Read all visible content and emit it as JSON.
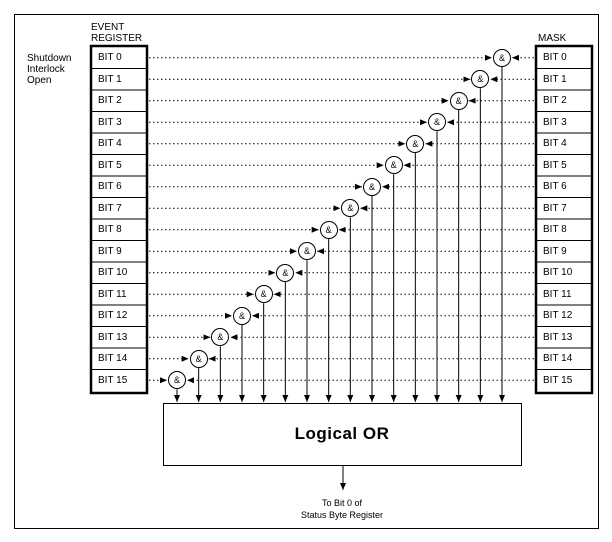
{
  "event_register": {
    "title_line1": "EVENT",
    "title_line2": "REGISTER",
    "bits": [
      "BIT 0",
      "BIT 1",
      "BIT 2",
      "BIT 3",
      "BIT 4",
      "BIT 5",
      "BIT 6",
      "BIT 7",
      "BIT 8",
      "BIT 9",
      "BIT 10",
      "BIT 11",
      "BIT 12",
      "BIT 13",
      "BIT 14",
      "BIT 15"
    ]
  },
  "mask": {
    "title": "MASK",
    "bits": [
      "BIT 0",
      "BIT 1",
      "BIT 2",
      "BIT 3",
      "BIT 4",
      "BIT 5",
      "BIT 6",
      "BIT 7",
      "BIT 8",
      "BIT 9",
      "BIT 10",
      "BIT 11",
      "BIT 12",
      "BIT 13",
      "BIT 14",
      "BIT 15"
    ]
  },
  "bit0_annotation": {
    "line1": "Shutdown",
    "line2": "Interlock",
    "line3": "Open"
  },
  "and_gate_symbol": "&",
  "logical_or_label": "Logical OR",
  "output": {
    "line1": "To Bit 0 of",
    "line2": "Status Byte Register"
  }
}
